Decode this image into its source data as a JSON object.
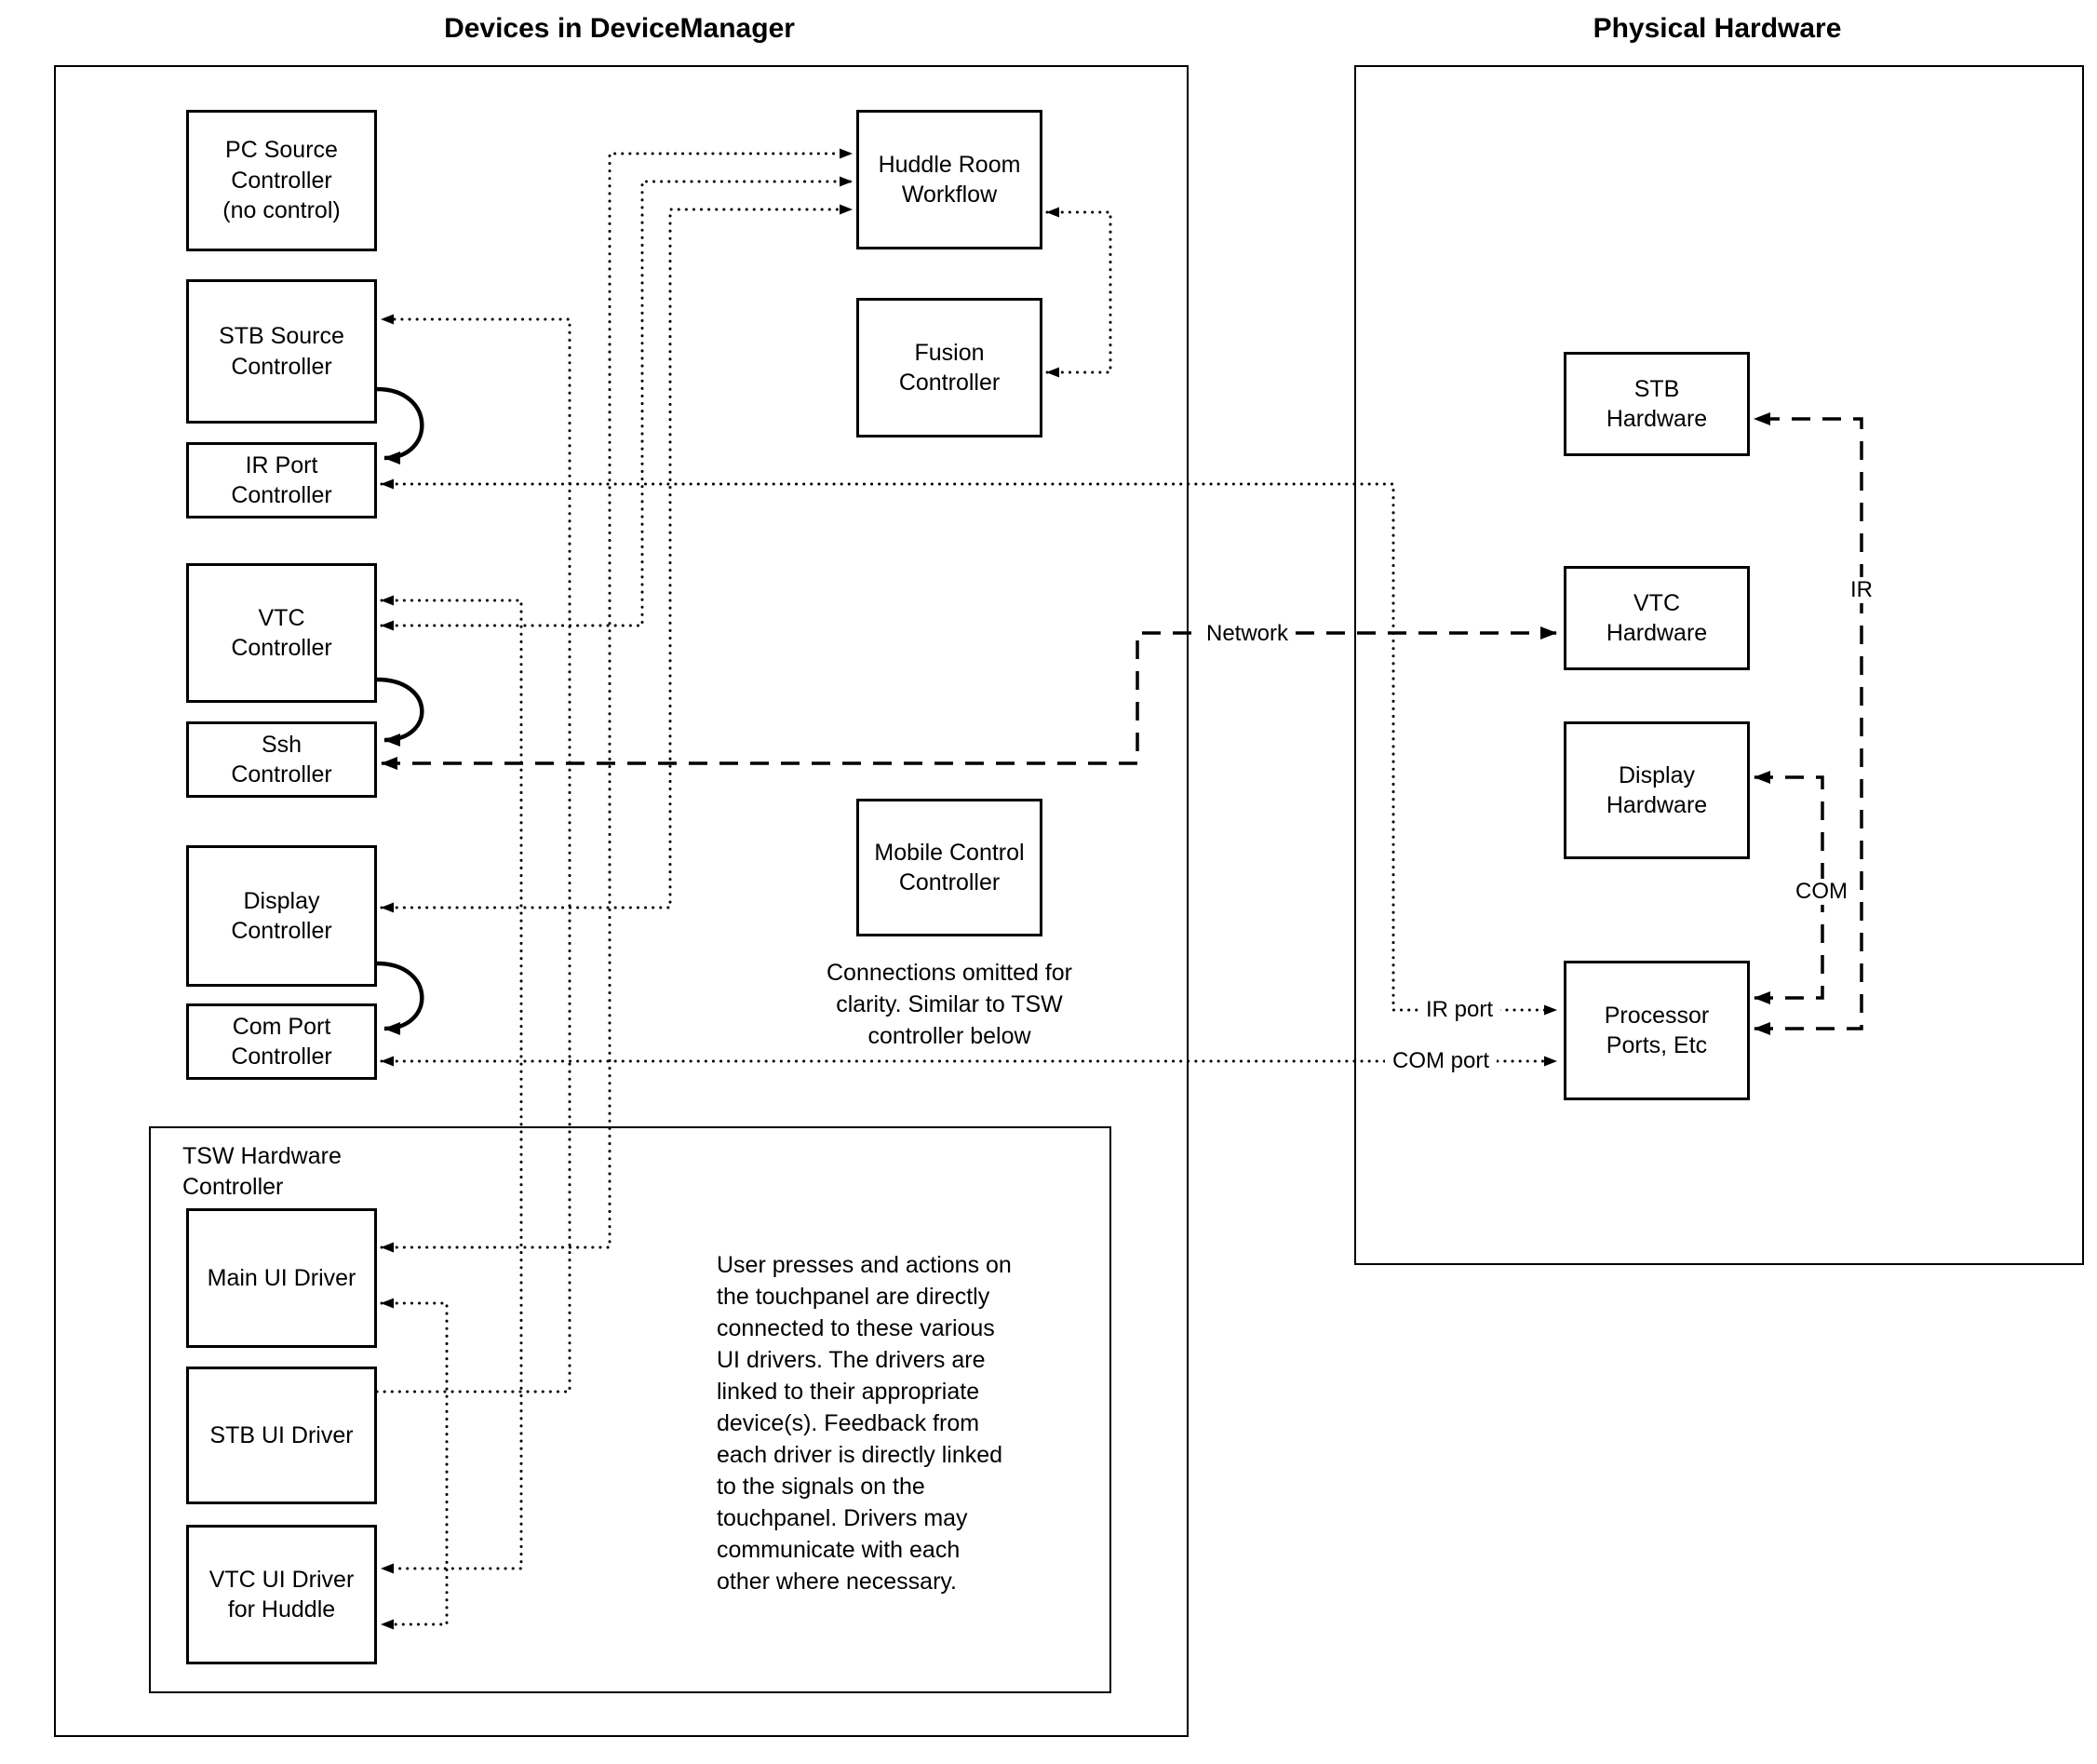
{
  "device_manager": {
    "title": "Devices in DeviceManager",
    "nodes": {
      "pc_source": "PC Source\nController\n(no control)",
      "stb_source": "STB Source\nController",
      "ir_port": "IR Port\nController",
      "vtc": "VTC\nController",
      "ssh": "Ssh\nController",
      "display": "Display\nController",
      "com_port": "Com Port\nController",
      "huddle_room_workflow": "Huddle Room\nWorkflow",
      "fusion": "Fusion\nController",
      "mobile_control": "Mobile Control\nController"
    },
    "mobile_note": "Connections omitted for\nclarity. Similar to TSW\ncontroller below",
    "tsw": {
      "label": "TSW Hardware\nController",
      "nodes": {
        "main_ui_driver": "Main UI Driver",
        "stb_ui_driver": "STB UI Driver",
        "vtc_ui_driver": "VTC UI Driver\nfor Huddle"
      },
      "note": "User presses and actions on\nthe touchpanel are directly\nconnected to these various\nUI drivers.  The drivers are\nlinked to their appropriate\ndevice(s). Feedback from\neach driver is directly linked\nto the signals on the\ntouchpanel. Drivers may\ncommunicate with each\nother where necessary."
    }
  },
  "physical_hardware": {
    "title": "Physical Hardware",
    "nodes": {
      "stb_hardware": "STB\nHardware",
      "vtc_hardware": "VTC\nHardware",
      "display_hardware": "Display\nHardware",
      "processor_ports": "Processor\nPorts, Etc"
    }
  },
  "edge_labels": {
    "network": "Network",
    "ir": "IR",
    "com": "COM",
    "ir_port": "IR port",
    "com_port": "COM port"
  },
  "colors": {
    "line": "#000000",
    "background": "#ffffff"
  }
}
